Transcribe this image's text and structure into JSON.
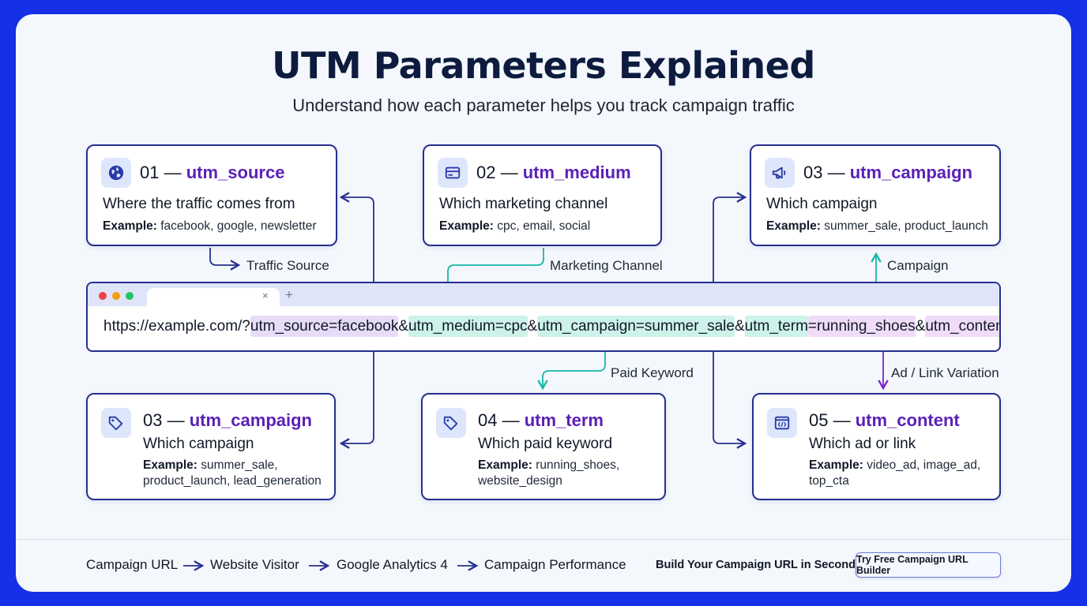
{
  "title": "UTM Parameters Explained",
  "subtitle": "Understand how each parameter helps you track campaign traffic",
  "cards": [
    {
      "num": "01 —",
      "param": "utm_source",
      "desc": "Where the traffic comes from",
      "example_label": "Example:",
      "example": "facebook, google, newsletter",
      "icon": "globe-icon"
    },
    {
      "num": "02 —",
      "param": "utm_medium",
      "desc": "Which marketing channel",
      "example_label": "Example:",
      "example": "cpc, email, social",
      "icon": "card-icon"
    },
    {
      "num": "03 —",
      "param": "utm_campaign",
      "desc": "Which campaign",
      "example_label": "Example:",
      "example": "summer_sale, product_launch",
      "icon": "megaphone-icon"
    },
    {
      "num": "03 —",
      "param": "utm_campaign",
      "desc": "Which campaign",
      "example_label": "Example:",
      "example": "summer_sale, product_launch, lead_generation",
      "icon": "tag-icon"
    },
    {
      "num": "04 —",
      "param": "utm_term",
      "desc": "Which paid keyword",
      "example_label": "Example:",
      "example": "running_shoes, website_design",
      "icon": "tag-icon"
    },
    {
      "num": "05 —",
      "param": "utm_content",
      "desc": "Which ad or link",
      "example_label": "Example:",
      "example": "video_ad, image_ad, top_cta",
      "icon": "code-icon"
    }
  ],
  "connector_labels": {
    "source": "Traffic Source",
    "medium": "Marketing Channel",
    "campaign": "Campaign",
    "term": "Paid Keyword",
    "content": "Ad / Link Variation"
  },
  "url": {
    "base": "https://example.com/?",
    "source": "utm_source=facebook",
    "amp1": "&",
    "medium": "utm_medium=cpc",
    "amp2": "&",
    "campaign": "utm_campaign=summer_sale",
    "amp3": "&",
    "term_key": "utm_term",
    "term_val": "=running_shoes",
    "amp4": "&",
    "content": "utm_content=video_ad"
  },
  "browser": {
    "close_glyph": "×",
    "new_tab_glyph": "+"
  },
  "flow": [
    "Campaign URL",
    "Website Visitor",
    "Google Analytics 4",
    "Campaign Performance"
  ],
  "cta": {
    "text": "Build Your Campaign URL in Seconds",
    "button": "Try Free Campaign URL Builder"
  },
  "colors": {
    "frame": "#1530e6",
    "navy": "#25308f",
    "param": "#5b21b6",
    "teal": "#14b8a6",
    "purple": "#7e22ce"
  }
}
